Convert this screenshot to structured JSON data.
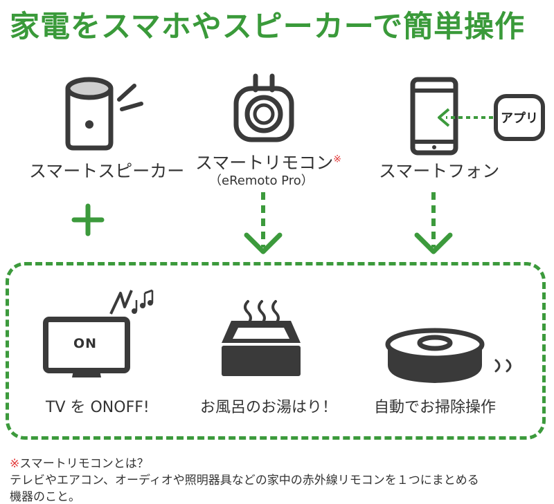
{
  "title": "家電をスマホやスピーカーで簡単操作",
  "colors": {
    "accent": "#3c9a3c",
    "icon": "#3a3a3a",
    "note_mark": "#e23b3b"
  },
  "devices": {
    "speaker": {
      "label": "スマートスピーカー",
      "icon": "smart-speaker-icon"
    },
    "remote": {
      "label": "スマートリモコン",
      "mark": "※",
      "sub": "（eRemoto Pro）",
      "icon": "smart-remote-icon"
    },
    "phone": {
      "label": "スマートフォン",
      "icon": "smartphone-icon"
    },
    "app": {
      "label": "アプリ"
    }
  },
  "plus": "＋",
  "appliances": {
    "tv": {
      "label": "TV を ONOFF!",
      "screen_text": "ON",
      "icon": "tv-icon"
    },
    "bath": {
      "label": "お風呂のお湯はり！",
      "icon": "bath-icon"
    },
    "robot": {
      "label": "自動でお掃除操作",
      "icon": "robot-vacuum-icon"
    }
  },
  "note": {
    "mark": "※",
    "heading": "スマートリモコンとは？",
    "line1": "テレビやエアコン、オーディオや照明器具などの家中の赤外線リモコンを１つにまとめる",
    "line2": "機器のこと。"
  }
}
